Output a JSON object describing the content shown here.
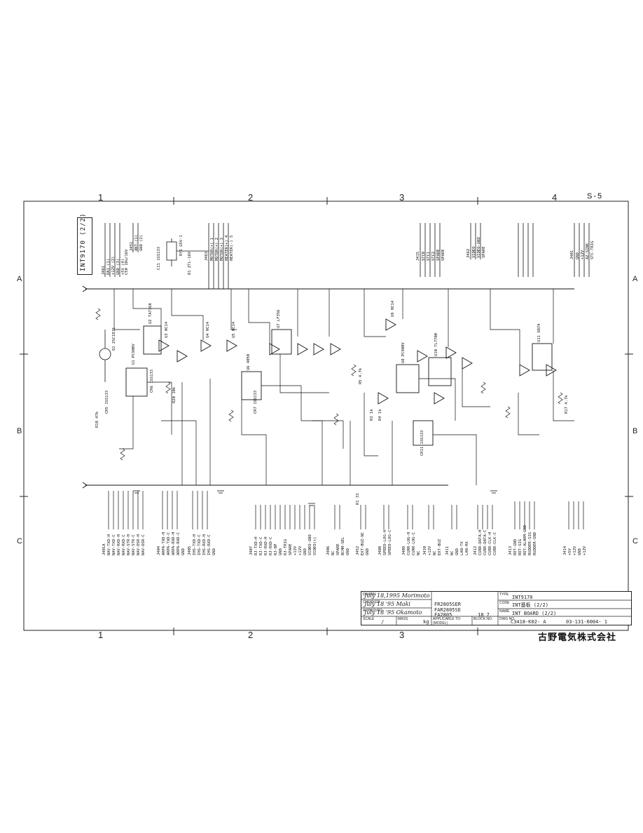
{
  "page": {
    "label": "S-5"
  },
  "zones": {
    "columns": [
      "1",
      "2",
      "3",
      "4"
    ],
    "rows": [
      "A",
      "B",
      "C"
    ]
  },
  "sheet_tag": "INT9170 (2/2)",
  "connectors_top": [
    {
      "id": "J461",
      "pins": [
        "DA1 (1)",
        "+12V (2)",
        "GND (3)",
        "+5V (4)"
      ]
    },
    {
      "id": "J451",
      "pins": [
        "ANT-(1)",
        "GND (2)"
      ]
    },
    {
      "id": "J463",
      "pins": [
        "MOTOR(+) 1",
        "MOTOR(+) 2",
        "MOTOR(+) 3",
        "HEATER(+) 4",
        "HEATER(-) 5"
      ]
    },
    {
      "id": "J415",
      "pins": [
        "STC0",
        "STC1",
        "STC2",
        "SPARE",
        "SPARE"
      ]
    },
    {
      "id": "J462",
      "pins": [
        "VIDEO",
        "VIDEO-GND",
        "SPARE"
      ]
    },
    {
      "id": "J401",
      "pins": [
        "GND",
        "+12V",
        "AZ-SINK",
        "STC-TRIG"
      ]
    }
  ],
  "components": [
    "U1 PC900V",
    "U2 TA7368",
    "U3 HC14",
    "U4 HC14",
    "U5 HC14",
    "U6 4050",
    "U7 LF356",
    "U8 PC900V",
    "U9 HC14",
    "U10 TL7700",
    "U11 SN74",
    "CR5 1SS133",
    "CR6 1SS133",
    "CR7 1SS133",
    "CR11 1SS133",
    "R1 33",
    "R3 1k",
    "R4 1k",
    "R5 4.7k",
    "R17 4.7k",
    "R18 47k",
    "R20 10k",
    "C11 1SS133",
    "C50 10u/16V",
    "RY1 G5V-1",
    "Q1 2SC1815",
    "D1 ZTL-16V"
  ],
  "connectors_bottom": [
    {
      "id": "J401A",
      "pins": [
        "NAV-TXD-H",
        "NAV-TXD-C",
        "NAV-RXD-H",
        "NAV-RXD-C",
        "NAV-STR-H",
        "NAV-STR-C",
        "NAV-DSR-H",
        "NAV-DSR-C"
      ]
    },
    {
      "id": "J404",
      "pins": [
        "ARPA-TXD-H",
        "ARPA-TXD-C",
        "ARPA-RXD-H",
        "ARPA-RXD-C",
        "GND"
      ]
    },
    {
      "id": "J405",
      "pins": [
        "IHS-TXD-H",
        "IHS-TXD-C",
        "IHS-RXD-H",
        "IHS-RXD-C",
        "GND"
      ]
    },
    {
      "id": "J407",
      "pins": [
        "RJ-TXD-H",
        "RJ-TXD-C",
        "RJ-RXD-H",
        "RJ-RXD-C",
        "RJ-BP",
        "GND",
        "RJ-TRIG",
        "SPARE",
        "+12V",
        "+12V",
        "GND",
        "VIDEO-GND",
        "VIDEO(+)"
      ]
    },
    {
      "id": "J406",
      "pins": [
        "NC",
        "SPARE",
        "BCHH-SEL",
        "GND"
      ]
    },
    {
      "id": "J452",
      "pins": [
        "EXT-BUZ-NC",
        "GND"
      ]
    },
    {
      "id": "J408",
      "pins": [
        "SPEED-LOG-H",
        "SPEED-LOG-C"
      ]
    },
    {
      "id": "J409",
      "pins": [
        "CURR-LOG-H",
        "CURR-LOG-C",
        "NC"
      ]
    },
    {
      "id": "J410",
      "pins": [
        "+12V",
        "NC",
        "EXT-BUZ"
      ]
    },
    {
      "id": "J411",
      "pins": [
        "NC",
        "GND",
        "LAN-TX",
        "LAN-RX"
      ]
    },
    {
      "id": "J412",
      "pins": [
        "CURR-DATA-H",
        "CURR-DATA-C",
        "CURR-CLK-H",
        "CURR-CLK-C"
      ]
    },
    {
      "id": "J413",
      "pins": [
        "ROT-GND",
        "ROT-SIG",
        "ROT-ALARM-GND",
        "RUDDER-SIG",
        "RUDDER-GND"
      ]
    },
    {
      "id": "J414",
      "pins": [
        "+5V",
        "+12V",
        "GND",
        "+12V"
      ]
    }
  ],
  "title_block": {
    "drawn_label": "DRAWN",
    "drawn_value": "July 18,1995 Morimoto",
    "checked_label": "CHECKED",
    "checked_value": "July 18 '95 Maki",
    "approved_label": "APPROVED",
    "approved_value": "July 18 '95 Okamoto",
    "scale_label": "SCALE",
    "scale_value": "/",
    "mass_label": "MASS",
    "mass_value": "kg",
    "applicable_label": "APPLICABLE TO:",
    "applicable_value": "(MODEL)",
    "models": [
      "FR2805SER",
      "FAR2805SE",
      "FA2805"
    ],
    "block_label": "BLOCK NO.",
    "block_value": "18 7",
    "type_label": "TYPE",
    "type_value": "INT9170",
    "code_label": "CODE",
    "code_value": "INT基板 (2/2)",
    "name_label": "NAME",
    "name_value": "INT BOARD (2/2)",
    "dwg_label": "DWG NO.",
    "dwg_value": "C3418-K02- A",
    "doc_no": "03-131-6004- 1"
  },
  "company": "古野電気株式会社"
}
